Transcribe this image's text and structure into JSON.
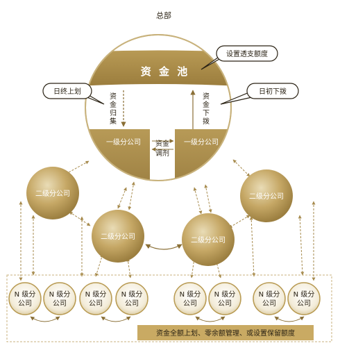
{
  "colors": {
    "gold_dark": "#b89a52",
    "gold_light": "#d9c691",
    "gold_fill": "#c7a865",
    "arrow": "#a68a4c",
    "bar": "#c9aa63",
    "text_dark": "#2a2214",
    "text_light": "#ffffff"
  },
  "hq_label": "总部",
  "pool_label": "资 金 池",
  "callouts": {
    "overdraft": "设置透支额度",
    "end_of_day": "日终上划",
    "start_of_day": "日初下拨"
  },
  "flows": {
    "collect": [
      "资",
      "金",
      "归",
      "集"
    ],
    "allocate": [
      "资",
      "金",
      "下",
      "拨"
    ],
    "adjust": [
      "资金",
      "调剂"
    ]
  },
  "level1": [
    "一级分公司",
    "一级分公司"
  ],
  "level2": [
    "二级分公司",
    "二级分公司",
    "二级分公司",
    "二级分公司"
  ],
  "levelN": [
    [
      "N 级分",
      "公司"
    ],
    [
      "N 级分",
      "公司"
    ],
    [
      "N 级分",
      "公司"
    ],
    [
      "N 级分",
      "公司"
    ],
    [
      "N 级分",
      "公司"
    ],
    [
      "N 级分",
      "公司"
    ],
    [
      "N 级分",
      "公司"
    ],
    [
      "N 级分",
      "公司"
    ]
  ],
  "footer": "资金全额上划、零余额管理、或设置保留额度"
}
